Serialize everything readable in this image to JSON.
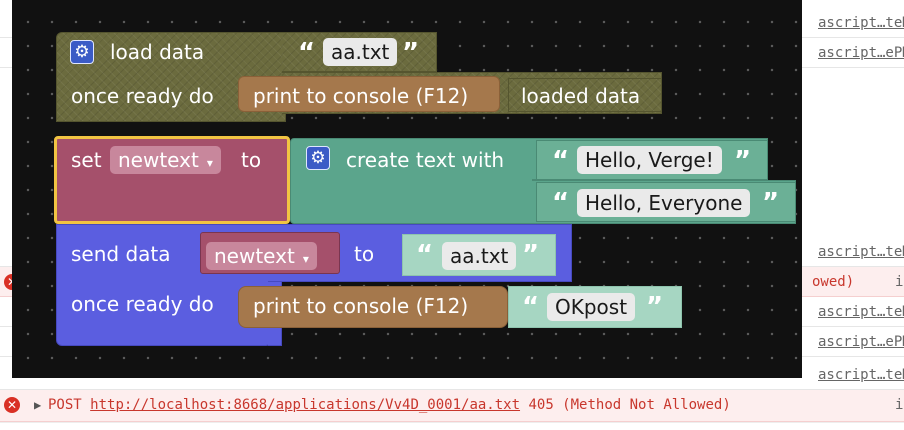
{
  "console": {
    "rows": [
      {
        "src": "ascript…teM"
      },
      {
        "src": "ascript…ePM"
      },
      {
        "src": "ascript…teM"
      },
      {
        "tail": "owed)",
        "suffix": "i"
      },
      {
        "src": "ascript…teM"
      },
      {
        "src": "ascript…ePM"
      },
      {
        "src": "ascript…teM"
      }
    ],
    "error_line": {
      "method": "POST",
      "url": "http://localhost:8668/applications/Vv4D_0001/aa.txt",
      "status": "405 (Method Not Allowed)",
      "suffix": "i"
    }
  },
  "blocks": {
    "load": {
      "label": "load data",
      "file": "aa.txt",
      "ready_label": "once ready do",
      "print_label": "print to console (F12)",
      "payload": "loaded data"
    },
    "set": {
      "label": "set",
      "var": "newtext",
      "to_label": "to",
      "create_label": "create text with",
      "items": [
        "Hello, Verge!",
        "Hello, Everyone"
      ]
    },
    "send": {
      "label": "send data",
      "var": "newtext",
      "to_label": "to",
      "file": "aa.txt",
      "ready_label": "once ready do",
      "print_label": "print to console (F12)",
      "message": "OKpost"
    }
  },
  "icons": {
    "gear": "⚙",
    "quote_open": "“",
    "quote_close": "”",
    "dropdown": "▾"
  },
  "colors": {
    "workspace": "#111111",
    "olive": "#6b6b3e",
    "brown": "#a5784c",
    "magenta": "#a5506b",
    "teal": "#5ba58c",
    "string": "#a6d6c2",
    "blue": "#5b5ee0",
    "selected_outline": "#f2c443"
  }
}
